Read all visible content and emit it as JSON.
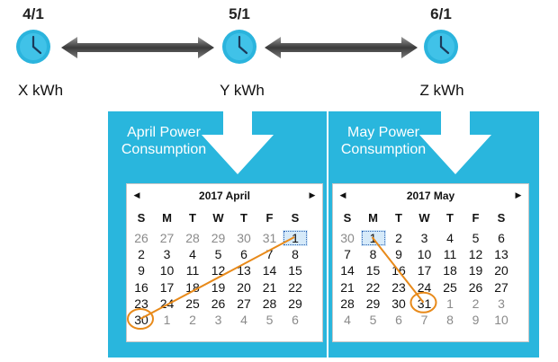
{
  "timeline": {
    "dates": [
      "4/1",
      "5/1",
      "6/1"
    ],
    "readings": [
      "X kWh",
      "Y kWh",
      "Z kWh"
    ],
    "icon": "clock-icon"
  },
  "panels": [
    {
      "title_line1": "April Power",
      "title_line2": "Consumption"
    },
    {
      "title_line1": "May Power",
      "title_line2": "Consumption"
    }
  ],
  "calendars": [
    {
      "header": "2017 April",
      "dow": [
        "S",
        "M",
        "T",
        "W",
        "T",
        "F",
        "S"
      ],
      "weeks": [
        [
          "26",
          "27",
          "28",
          "29",
          "30",
          "31",
          "1"
        ],
        [
          "2",
          "3",
          "4",
          "5",
          "6",
          "7",
          "8"
        ],
        [
          "9",
          "10",
          "11",
          "12",
          "13",
          "14",
          "15"
        ],
        [
          "16",
          "17",
          "18",
          "19",
          "20",
          "21",
          "22"
        ],
        [
          "23",
          "24",
          "25",
          "26",
          "27",
          "28",
          "29"
        ],
        [
          "30",
          "1",
          "2",
          "3",
          "4",
          "5",
          "6"
        ]
      ],
      "other": [
        [
          0,
          0
        ],
        [
          0,
          1
        ],
        [
          0,
          2
        ],
        [
          0,
          3
        ],
        [
          0,
          4
        ],
        [
          0,
          5
        ],
        [
          5,
          1
        ],
        [
          5,
          2
        ],
        [
          5,
          3
        ],
        [
          5,
          4
        ],
        [
          5,
          5
        ],
        [
          5,
          6
        ]
      ],
      "selected": [
        0,
        6
      ],
      "circled": [
        5,
        0
      ]
    },
    {
      "header": "2017 May",
      "dow": [
        "S",
        "M",
        "T",
        "W",
        "T",
        "F",
        "S"
      ],
      "weeks": [
        [
          "30",
          "1",
          "2",
          "3",
          "4",
          "5",
          "6"
        ],
        [
          "7",
          "8",
          "9",
          "10",
          "11",
          "12",
          "13"
        ],
        [
          "14",
          "15",
          "16",
          "17",
          "18",
          "19",
          "20"
        ],
        [
          "21",
          "22",
          "23",
          "24",
          "25",
          "26",
          "27"
        ],
        [
          "28",
          "29",
          "30",
          "31",
          "1",
          "2",
          "3"
        ],
        [
          "4",
          "5",
          "6",
          "7",
          "8",
          "9",
          "10"
        ]
      ],
      "other": [
        [
          0,
          0
        ],
        [
          4,
          4
        ],
        [
          4,
          5
        ],
        [
          4,
          6
        ],
        [
          5,
          0
        ],
        [
          5,
          1
        ],
        [
          5,
          2
        ],
        [
          5,
          3
        ],
        [
          5,
          4
        ],
        [
          5,
          5
        ],
        [
          5,
          6
        ]
      ],
      "selected": [
        0,
        1
      ],
      "circled": [
        4,
        3
      ]
    }
  ],
  "colors": {
    "panel": "#29b6dd",
    "highlight_line": "#e88a1a",
    "clock_face": "#2bb4dd"
  }
}
